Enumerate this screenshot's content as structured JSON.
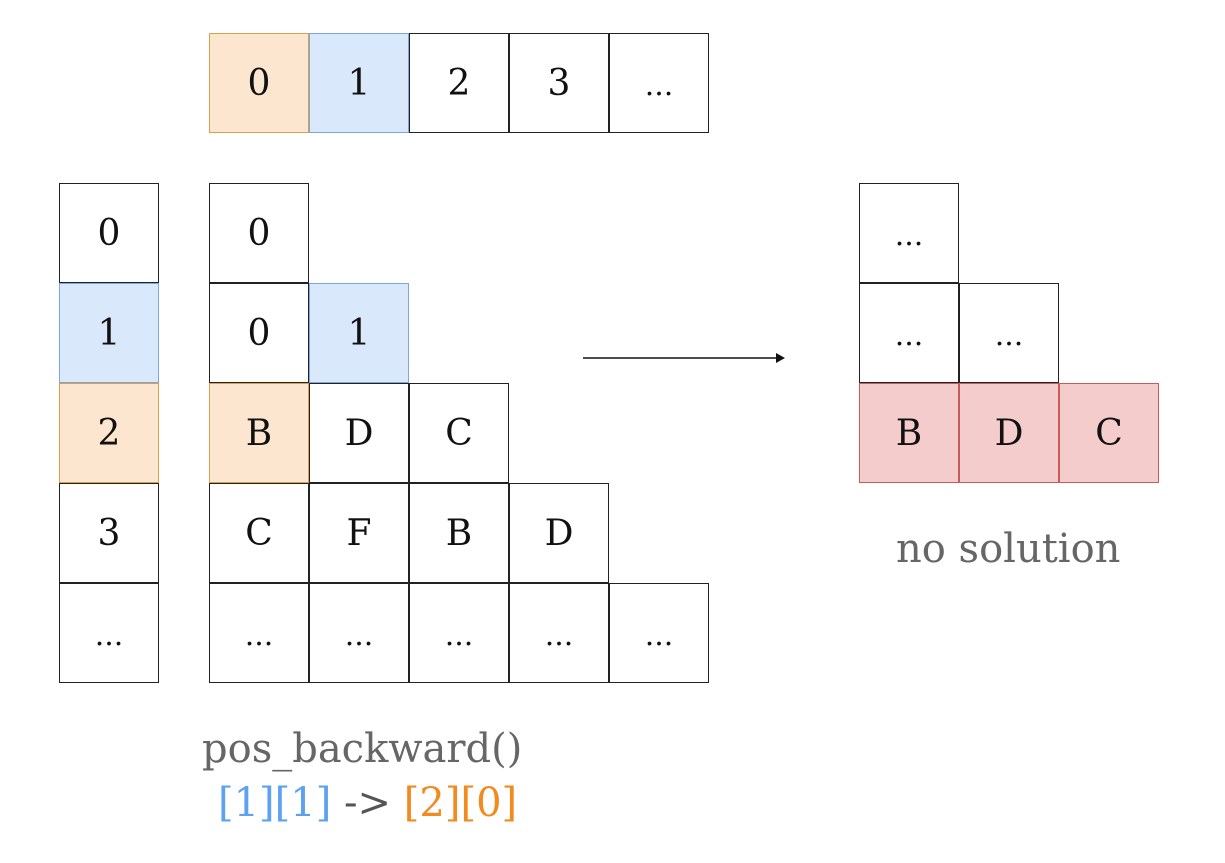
{
  "top_row": [
    "0",
    "1",
    "2",
    "3",
    "..."
  ],
  "left_column": [
    "0",
    "1",
    "2",
    "3",
    "..."
  ],
  "grid": {
    "row0": [
      "0"
    ],
    "row1": [
      "0",
      "1"
    ],
    "row2": [
      "B",
      "D",
      "C"
    ],
    "row3": [
      "C",
      "F",
      "B",
      "D"
    ],
    "row4": [
      "...",
      "...",
      "...",
      "...",
      "..."
    ]
  },
  "result": {
    "row0": [
      "..."
    ],
    "row1": [
      "...",
      "..."
    ],
    "row2": [
      "B",
      "D",
      "C"
    ],
    "caption": "no solution"
  },
  "function_caption": "pos_backward()",
  "transition": {
    "from": "[1][1]",
    "arrow": " -> ",
    "to": "[2][0]"
  },
  "colors": {
    "orange_fill": "#fde6cf",
    "blue_fill": "#dae8fc",
    "red_fill": "#f5cccc",
    "blue_text": "#5da2f0",
    "orange_text": "#f28a1e"
  }
}
